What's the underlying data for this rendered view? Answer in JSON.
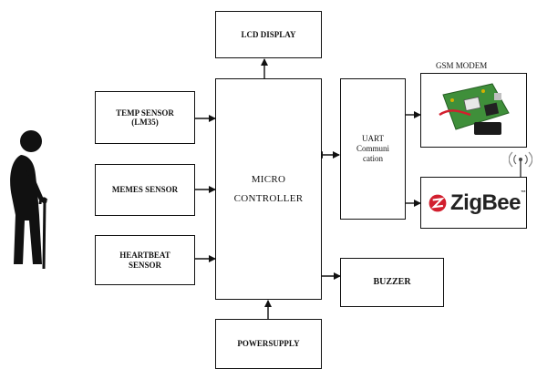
{
  "blocks": {
    "lcd": "LCD DISPLAY",
    "temp": "TEMP SENSOR\n(LM35)",
    "mems": "MEMES SENSOR",
    "heartbeat": "HEARTBEAT\nSENSOR",
    "micro": "MICRO\nCONTROLLER",
    "uart": "UART\nCommuni\ncation",
    "buzzer": "BUZZER",
    "power": "POWERSUPPLY"
  },
  "gsm_label": "GSM MODEM",
  "zigbee": {
    "word": "ZigBee",
    "tm": "™"
  },
  "colors": {
    "line": "#111111",
    "zigbee_red": "#d21f2e",
    "board_green": "#3f8f3a"
  }
}
